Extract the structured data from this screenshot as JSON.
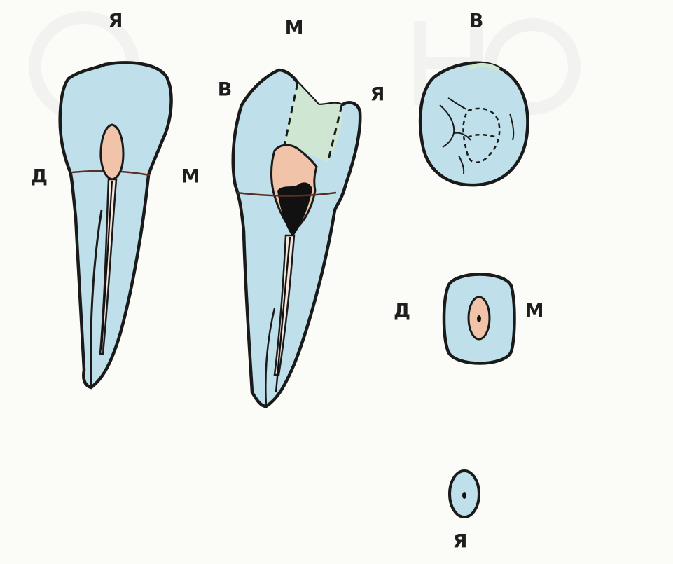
{
  "labels": {
    "view1_top": "Я",
    "view1_left": "Д",
    "view1_right": "М",
    "view2_top": "М",
    "view2_left": "В",
    "view2_right": "Я",
    "occlusal_top": "В",
    "section_left": "Д",
    "section_right": "М",
    "apex_bottom": "Я"
  },
  "colors": {
    "enamel_dentin": "#bfe0ea",
    "pulp": "#f1c3a8",
    "enamel_section": "#cfe6d2",
    "outline": "#1a1a1a",
    "canal": "#111111",
    "background": "#fbfbf8"
  }
}
